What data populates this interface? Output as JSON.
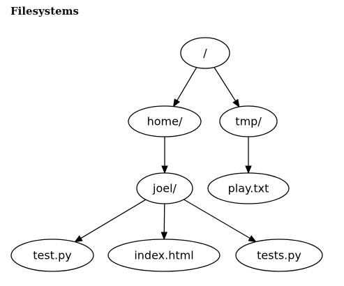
{
  "heading": "Filesystems",
  "tree": {
    "nodes": [
      {
        "id": "root",
        "label": "/"
      },
      {
        "id": "home",
        "label": "home/"
      },
      {
        "id": "tmp",
        "label": "tmp/"
      },
      {
        "id": "joel",
        "label": "joel/"
      },
      {
        "id": "play",
        "label": "play.txt"
      },
      {
        "id": "test",
        "label": "test.py"
      },
      {
        "id": "index",
        "label": "index.html"
      },
      {
        "id": "tests",
        "label": "tests.py"
      }
    ],
    "edges": [
      {
        "from": "root",
        "to": "home"
      },
      {
        "from": "root",
        "to": "tmp"
      },
      {
        "from": "home",
        "to": "joel"
      },
      {
        "from": "tmp",
        "to": "play"
      },
      {
        "from": "joel",
        "to": "test"
      },
      {
        "from": "joel",
        "to": "index"
      },
      {
        "from": "joel",
        "to": "tests"
      }
    ]
  }
}
